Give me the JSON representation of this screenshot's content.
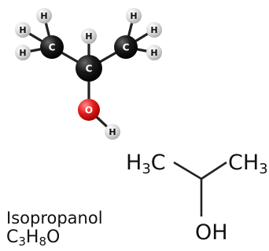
{
  "colors": {
    "carbon": "#111111",
    "hydrogen": "#d4d4d4",
    "oxygen": "#e01c1c",
    "bond": "#222222",
    "atom_label_light": "#ffffff",
    "atom_label_dark": "#111111"
  },
  "ball_model": {
    "atoms": [
      {
        "id": "c1",
        "element": "C",
        "label": "C"
      },
      {
        "id": "c2",
        "element": "C",
        "label": "C"
      },
      {
        "id": "c3",
        "element": "C",
        "label": "C"
      },
      {
        "id": "o",
        "element": "O",
        "label": "O"
      },
      {
        "id": "h1",
        "element": "H",
        "label": "H"
      },
      {
        "id": "h2",
        "element": "H",
        "label": "H"
      },
      {
        "id": "h3",
        "element": "H",
        "label": "H"
      },
      {
        "id": "h4",
        "element": "H",
        "label": "H"
      },
      {
        "id": "h5",
        "element": "H",
        "label": "H"
      },
      {
        "id": "h6",
        "element": "H",
        "label": "H"
      },
      {
        "id": "h7",
        "element": "H",
        "label": "H"
      },
      {
        "id": "h8",
        "element": "H",
        "label": "H"
      }
    ],
    "bonds": [
      [
        "c1",
        "c2"
      ],
      [
        "c2",
        "c3"
      ],
      [
        "c2",
        "o"
      ],
      [
        "c2",
        "h4"
      ],
      [
        "c1",
        "h1"
      ],
      [
        "c1",
        "h2"
      ],
      [
        "c1",
        "h3"
      ],
      [
        "c3",
        "h5"
      ],
      [
        "c3",
        "h6"
      ],
      [
        "c3",
        "h7"
      ],
      [
        "o",
        "h8"
      ]
    ]
  },
  "skeletal": {
    "left_group": {
      "main": "H",
      "sub_before": "3",
      "main_after": "C"
    },
    "right_group": {
      "main": "CH",
      "sub": "3"
    },
    "bottom_group": "OH"
  },
  "compound": {
    "name": "Isopropanol",
    "formula_parts": [
      {
        "text": "C",
        "sub": "3"
      },
      {
        "text": "H",
        "sub": "8"
      },
      {
        "text": "O",
        "sub": ""
      }
    ]
  }
}
